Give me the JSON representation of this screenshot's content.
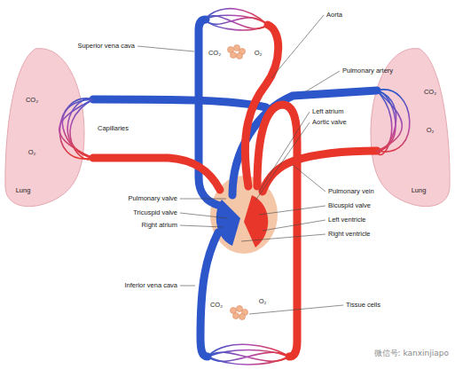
{
  "diagram": {
    "labels": [
      "Superior vena cava",
      "CO₂",
      "O₂",
      "Aorta",
      "Pulmonary artery",
      "CO₂",
      "Capillaries",
      "O₂",
      "Lung",
      "CO₂",
      "O₂",
      "Lung",
      "Left atrium",
      "Aortic valve",
      "Pulmonary valve",
      "Tricuspid valve",
      "Right atrium",
      "Pulmonary vein",
      "Bicuspid valve",
      "Left ventricle",
      "Right ventricle",
      "Inferior vena cava",
      "CO₂",
      "O₂",
      "Tissue cells",
      "微信号: kanxinjiapo"
    ]
  }
}
